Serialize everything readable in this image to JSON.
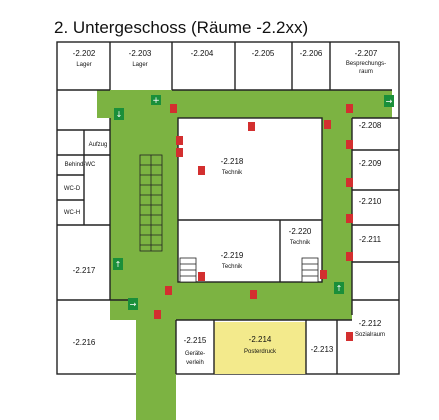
{
  "title": "2. Untergeschoss (Räume -2.2xx)",
  "colors": {
    "corridor": "#7cb342",
    "highlight_room": "#f3ea8c",
    "exit_sign": "#1a8f3a",
    "fire_equipment": "#d32f2f",
    "walls": "#222222"
  },
  "rooms": {
    "r2202": {
      "number": "-2.202",
      "label": "Lager"
    },
    "r2203": {
      "number": "-2.203",
      "label": "Lager"
    },
    "r2204": {
      "number": "-2.204"
    },
    "r2205": {
      "number": "-2.205"
    },
    "r2206": {
      "number": "-2.206"
    },
    "r2207": {
      "number": "-2.207",
      "label": "Besprechungs-\nraum"
    },
    "r2208": {
      "number": "-2.208"
    },
    "r2209": {
      "number": "-2.209"
    },
    "r2210": {
      "number": "-2.210"
    },
    "r2211": {
      "number": "-2.211"
    },
    "r2212": {
      "number": "-2.212",
      "label": "Sozialraum"
    },
    "r2213": {
      "number": "-2.213"
    },
    "r2214": {
      "number": "-2.214",
      "label": "Posterdruck"
    },
    "r2215": {
      "number": "-2.215",
      "label": "Geräte-\nverleih"
    },
    "r2216": {
      "number": "-2.216"
    },
    "r2217": {
      "number": "-2.217"
    },
    "r2218": {
      "number": "-2.218",
      "label": "Technik"
    },
    "r2219": {
      "number": "-2.219",
      "label": "Technik"
    },
    "r2220": {
      "number": "-2.220",
      "label": "Technik"
    },
    "aufzug": {
      "label": "Aufzug"
    },
    "behind_wc": {
      "label": "Behind-WC"
    },
    "wc_d": {
      "label": "WC-D"
    },
    "wc_h": {
      "label": "WC-H"
    }
  },
  "icons": {
    "exit_sign": "emergency-exit-sign",
    "arrow_up": "arrow-up",
    "arrow_down": "arrow-down",
    "arrow_right": "arrow-right",
    "fire_extinguisher": "fire-extinguisher",
    "fire_hose": "fire-hose",
    "first_aid": "first-aid",
    "stairs": "stairs"
  }
}
